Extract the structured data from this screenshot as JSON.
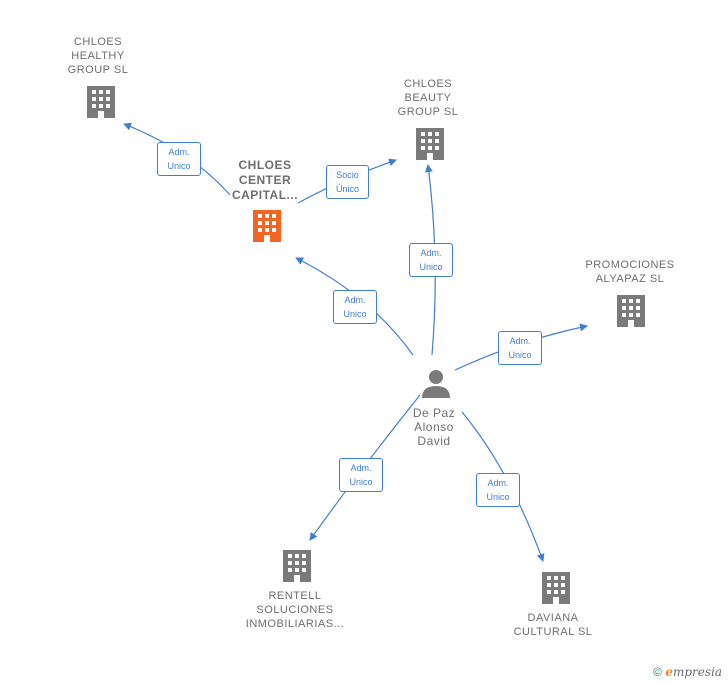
{
  "nodes": {
    "chloes_healthy": "CHLOES\nHEALTHY\nGROUP  SL",
    "chloes_beauty": "CHLOES\nBEAUTY\nGROUP  SL",
    "chloes_center": "CHLOES\nCENTER\nCAPITAL...",
    "promociones": "PROMOCIONES\nALYAPAZ  SL",
    "person": "De Paz\nAlonso\nDavid",
    "rentell": "RENTELL\nSOLUCIONES\nINMOBILIARIAS...",
    "daviana": "DAVIANA\nCULTURAL  SL"
  },
  "edges": {
    "center_to_healthy": "Adm.\nUnico",
    "center_to_beauty": "Socio\nÚnico",
    "person_to_beauty": "Adm.\nUnico",
    "person_to_center": "Adm.\nUnico",
    "person_to_promociones": "Adm.\nUnico",
    "person_to_rentell": "Adm.\nUnico",
    "person_to_daviana": "Adm.\nUnico"
  },
  "footer": {
    "copyright": "©",
    "brand_first": "e",
    "brand_rest": "mpresia"
  },
  "colors": {
    "edge": "#3f7fd0",
    "building": "#7a7a7a",
    "focus_building": "#f26522",
    "person": "#7a7a7a"
  },
  "icons": {
    "company": "building-icon",
    "person": "person-icon"
  }
}
